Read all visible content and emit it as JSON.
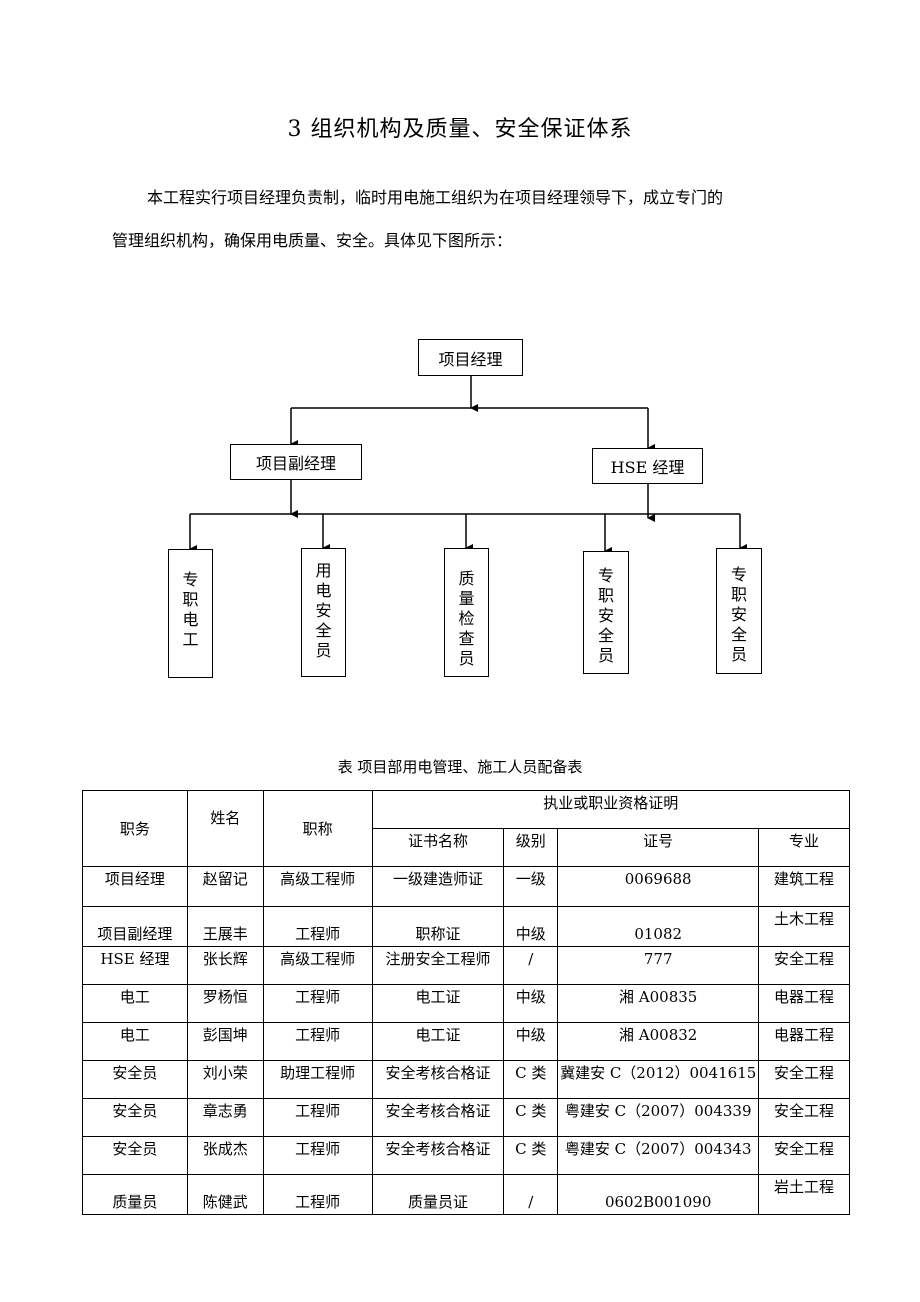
{
  "heading": "3   组织机构及质量、安全保证体系",
  "paragraph": {
    "line1": "本工程实行项目经理负责制，临时用电施工组织为在项目经理领导下，成立专门的",
    "line2": "管理组织机构，确保用电质量、安全。具体见下图所示："
  },
  "org_chart": {
    "top": "项目经理",
    "left_mid": "项目副经理",
    "right_mid": "HSE 经理",
    "leaves": [
      "专职电工",
      "用电安全员",
      "质量检查员",
      "专职安全员",
      "专职安全员"
    ]
  },
  "table": {
    "caption": "表  项目部用电管理、施工人员配备表",
    "headers": {
      "position": "职务",
      "name": "姓名",
      "title": "职称",
      "qualification": "执业或职业资格证明",
      "cert_name": "证书名称",
      "level": "级别",
      "cert_no": "证号",
      "major": "专业"
    },
    "rows": [
      [
        "项目经理",
        "赵留记",
        "高级工程师",
        "一级建造师证",
        "一级",
        "0069688",
        "建筑工程"
      ],
      [
        "项目副经理",
        "王展丰",
        "工程师",
        "职称证",
        "中级",
        "01082",
        "土木工程"
      ],
      [
        "HSE 经理",
        "张长辉",
        "高级工程师",
        "注册安全工程师",
        "/",
        "777",
        "安全工程"
      ],
      [
        "电工",
        "罗杨恒",
        "工程师",
        "电工证",
        "中级",
        "湘 A00835",
        "电器工程"
      ],
      [
        "电工",
        "彭国坤",
        "工程师",
        "电工证",
        "中级",
        "湘 A00832",
        "电器工程"
      ],
      [
        "安全员",
        "刘小荣",
        "助理工程师",
        "安全考核合格证",
        "C 类",
        "冀建安 C（2012）0041615",
        "安全工程"
      ],
      [
        "安全员",
        "章志勇",
        "工程师",
        "安全考核合格证",
        "C 类",
        "粤建安 C（2007）004339",
        "安全工程"
      ],
      [
        "安全员",
        "张成杰",
        "工程师",
        "安全考核合格证",
        "C 类",
        "粤建安 C（2007）004343",
        "安全工程"
      ],
      [
        "质量员",
        "陈健武",
        "工程师",
        "质量员证",
        "/",
        "0602B001090",
        "岩土工程"
      ]
    ]
  }
}
